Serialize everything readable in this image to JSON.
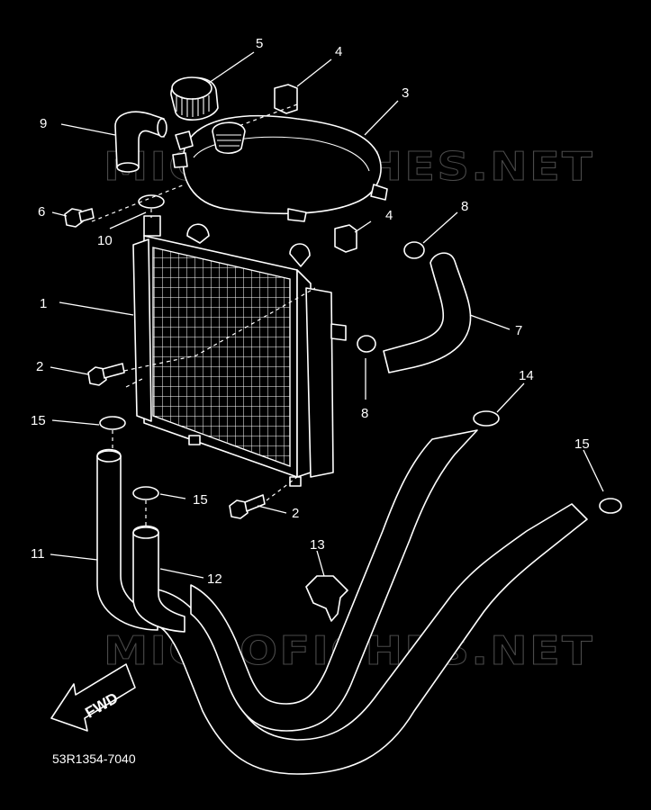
{
  "watermark": "MICROFICHES.NET",
  "diagram_code": "53R1354-7040",
  "fwd_label": "FWD",
  "callouts": {
    "c1": "1",
    "c2a": "2",
    "c2b": "2",
    "c3": "3",
    "c4a": "4",
    "c4b": "4",
    "c5": "5",
    "c6": "6",
    "c7": "7",
    "c8a": "8",
    "c8b": "8",
    "c9": "9",
    "c10": "10",
    "c11": "11",
    "c12": "12",
    "c13": "13",
    "c14": "14",
    "c15a": "15",
    "c15b": "15",
    "c15c": "15"
  }
}
